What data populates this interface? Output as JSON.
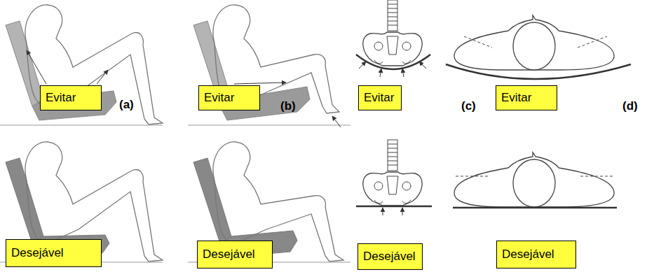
{
  "diagram": {
    "nodes": [
      {
        "text": [
          "Evitar"
        ]
      },
      {
        "text": [
          "Evitar"
        ]
      },
      {
        "text": [
          "Evitar"
        ]
      },
      {
        "text": [
          "Evitar"
        ]
      },
      {
        "text": [
          "Desejável"
        ]
      },
      {
        "text": [
          "Desejável"
        ]
      },
      {
        "text": [
          "Desejável"
        ]
      },
      {
        "text": [
          "Desejável"
        ]
      }
    ],
    "labels": [
      "(a)",
      "(b)",
      "(c)",
      "(d)"
    ]
  }
}
